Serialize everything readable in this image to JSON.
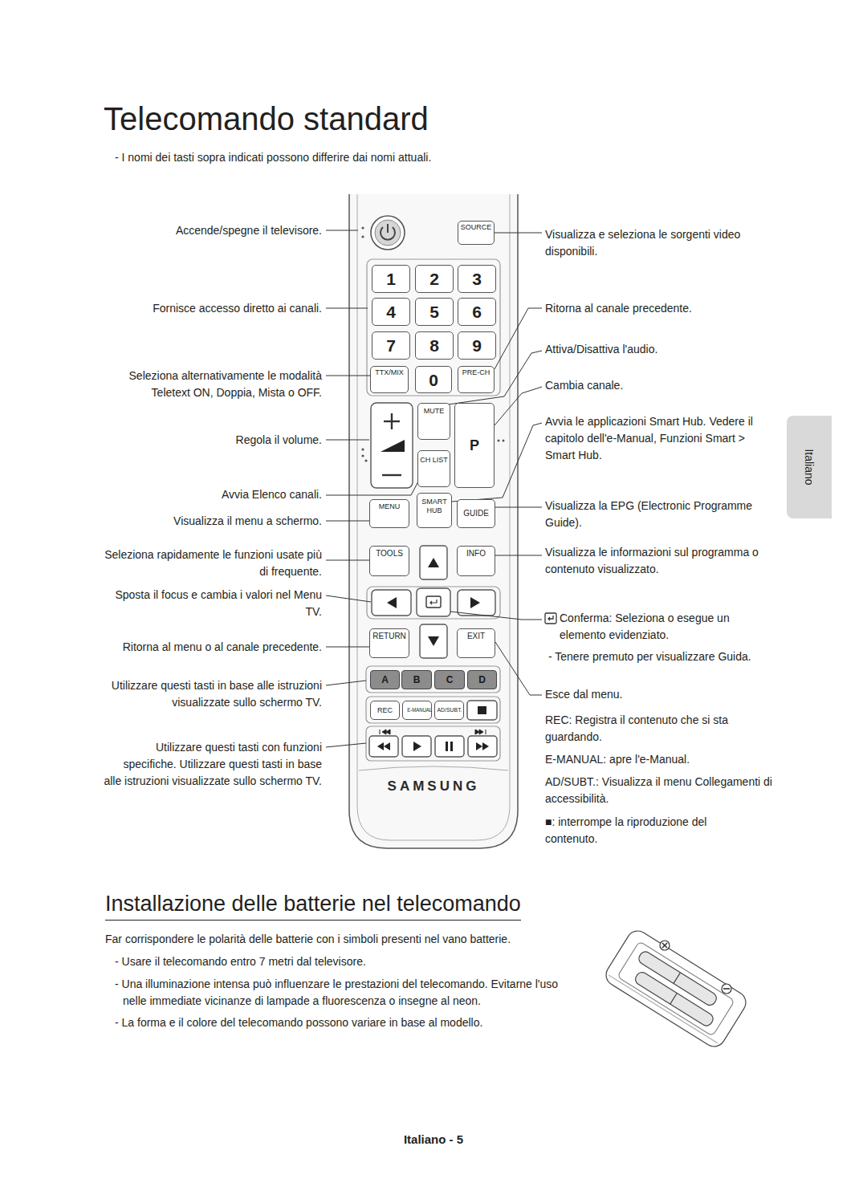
{
  "diagram": {
    "title": "Telecomando standard",
    "nodes": [
      {
        "text": [
          "SAMSUNG"
        ]
      },
      {
        "text": [
          "SOURCE"
        ],
        "in": 0
      },
      {
        "text": [
          "1"
        ],
        "in": 0
      },
      {
        "text": [
          "2"
        ],
        "in": 0
      },
      {
        "text": [
          "3"
        ],
        "in": 0
      },
      {
        "text": [
          "4"
        ],
        "in": 0
      },
      {
        "text": [
          "5"
        ],
        "in": 0
      },
      {
        "text": [
          "6"
        ],
        "in": 0
      },
      {
        "text": [
          "7"
        ],
        "in": 0
      },
      {
        "text": [
          "8"
        ],
        "in": 0
      },
      {
        "text": [
          "9"
        ],
        "in": 0
      },
      {
        "text": [
          "TTX/MIX"
        ],
        "in": 0
      },
      {
        "text": [
          "0"
        ],
        "in": 0
      },
      {
        "text": [
          "PRE-CH"
        ],
        "in": 0
      },
      {
        "text": [
          "MUTE"
        ],
        "in": 0
      },
      {
        "text": [
          "P"
        ],
        "in": 0
      },
      {
        "text": [
          "CH LIST"
        ],
        "in": 0
      },
      {
        "text": [
          "MENU"
        ],
        "in": 0
      },
      {
        "text": [
          "SMART HUB"
        ],
        "in": 0
      },
      {
        "text": [
          "GUIDE"
        ],
        "in": 0
      },
      {
        "text": [
          "TOOLS"
        ],
        "in": 0
      },
      {
        "text": [
          "INFO"
        ],
        "in": 0
      },
      {
        "text": [
          "RETURN"
        ],
        "in": 0
      },
      {
        "text": [
          "EXIT"
        ],
        "in": 0
      },
      {
        "text": [
          "A"
        ],
        "in": 0
      },
      {
        "text": [
          "B"
        ],
        "in": 0
      },
      {
        "text": [
          "C"
        ],
        "in": 0
      },
      {
        "text": [
          "D"
        ],
        "in": 0
      },
      {
        "text": [
          "REC"
        ],
        "in": 0
      },
      {
        "text": [
          "E-MANUAL"
        ],
        "in": 0
      },
      {
        "text": [
          "AD/SUBT."
        ],
        "in": 0
      },
      {
        "text": [
          "Italiano"
        ]
      }
    ],
    "labels": [
      "- I nomi dei tasti sopra indicati possono differire dai nomi attuali.",
      "Accende/spegne il televisore.",
      "Fornisce accesso diretto ai canali.",
      "Seleziona alternativamente le modalità Teletext ON, Doppia, Mista o OFF.",
      "Regola il volume.",
      "Avvia Elenco canali.",
      "Visualizza il menu a schermo.",
      "Seleziona rapidamente le funzioni usate più di frequente.",
      "Sposta il focus e cambia i valori nel Menu TV.",
      "Ritorna al menu o al canale precedente.",
      "Utilizzare questi tasti in base alle istruzioni visualizzate sullo schermo TV.",
      "Utilizzare questi tasti con funzioni specifiche. Utilizzare questi tasti in base alle istruzioni visualizzate sullo schermo TV.",
      "Visualizza e seleziona le sorgenti video disponibili.",
      "Ritorna al canale precedente.",
      "Attiva/Disattiva l'audio.",
      "Cambia canale.",
      "Avvia le applicazioni Smart Hub. Vedere il capitolo dell'e-Manual, Funzioni Smart > Smart Hub.",
      "Visualizza la EPG (Electronic Programme Guide).",
      "Visualizza le informazioni sul programma o contenuto visualizzato.",
      "Conferma: Seleziona o esegue un elemento evidenziato.",
      "- Tenere premuto per visualizzare Guida.",
      "Esce dal menu.",
      "REC: Registra il contenuto che si sta guardando.",
      "E-MANUAL: apre l'e-Manual.",
      "AD/SUBT.: Visualizza il menu Collegamenti di accessibilità.",
      "■: interrompe la riproduzione del contenuto.",
      "Installazione delle batterie nel telecomando",
      "Far corrispondere le polarità delle batterie con i simboli presenti nel vano batterie.",
      "- Usare il telecomando entro 7 metri dal televisore.",
      "- Una illuminazione intensa può influenzare le prestazioni del telecomando. Evitarne l'uso nelle immediate vicinanze di lampade a fluorescenza o insegne al neon.",
      "- La forma e il colore del telecomando possono variare in base al modello.",
      "Italiano - 5"
    ]
  }
}
